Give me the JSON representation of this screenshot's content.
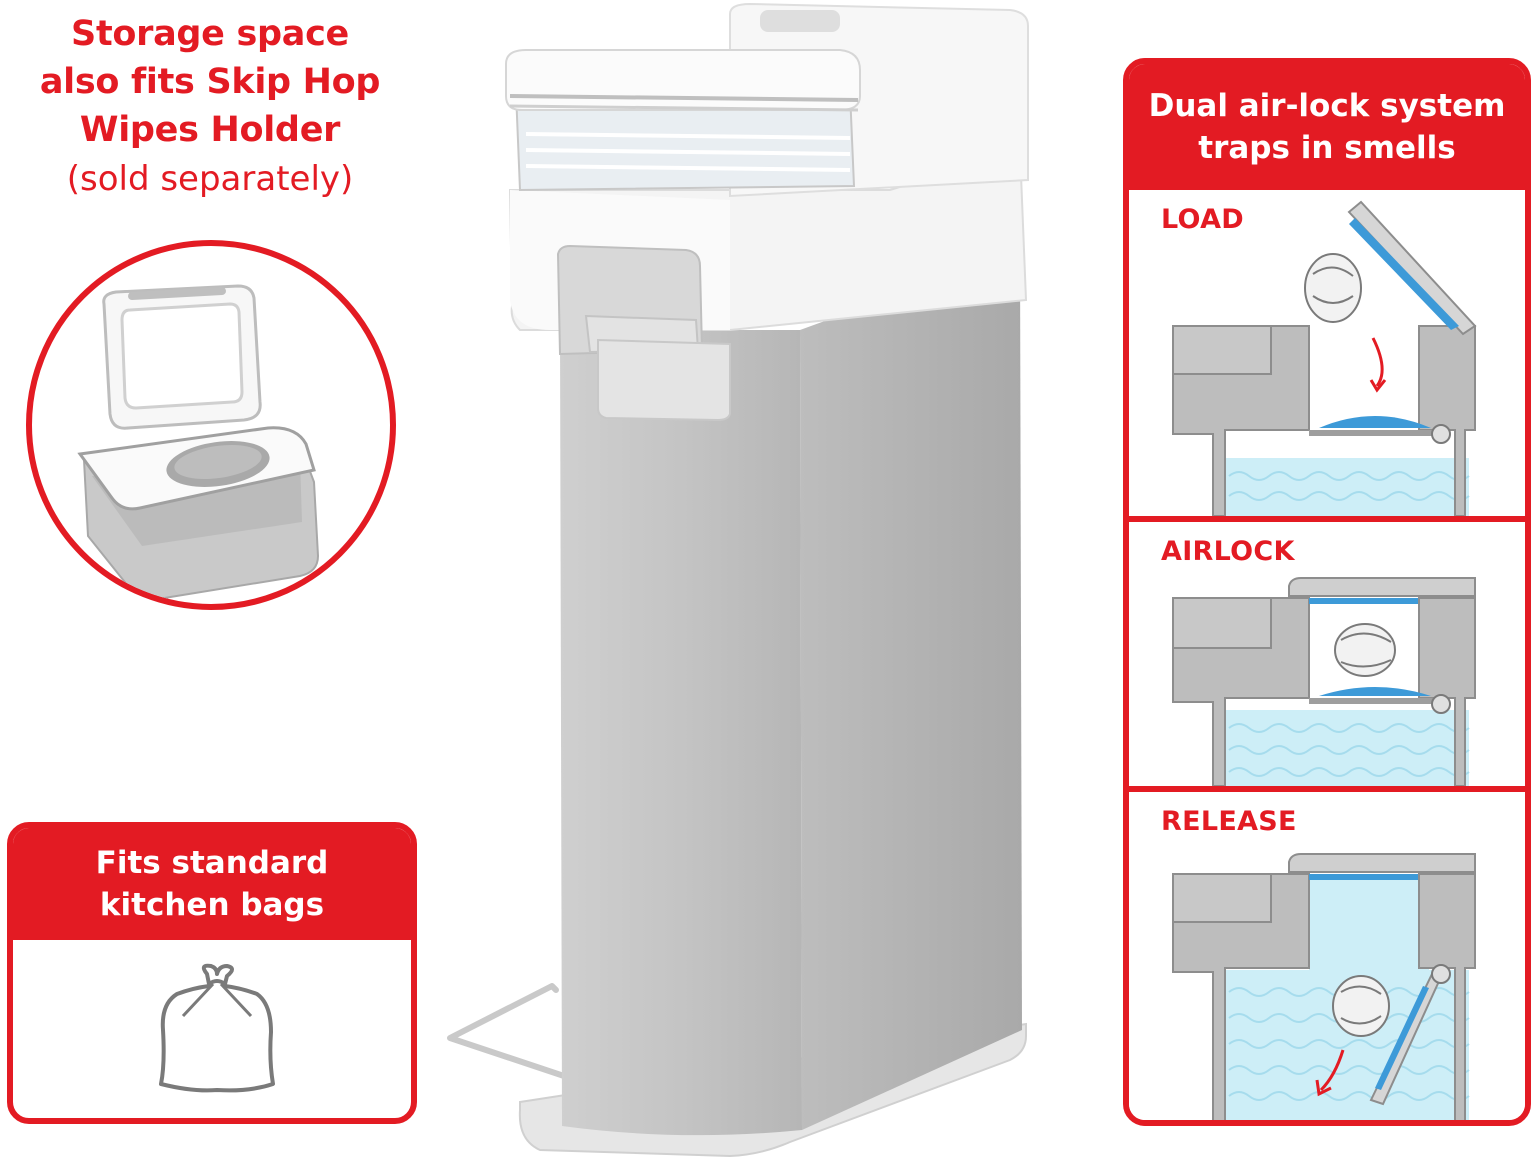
{
  "storage_caption": {
    "line1": "Storage space",
    "line2": "also fits Skip Hop",
    "line3": "Wipes Holder",
    "line4": "(sold separately)"
  },
  "bags_card": {
    "line1": "Fits standard",
    "line2": "kitchen bags",
    "icon": "trash-bag-icon"
  },
  "airlock_card": {
    "line1": "Dual air-lock system",
    "line2": "traps in smells",
    "steps": [
      {
        "label": "LOAD"
      },
      {
        "label": "AIRLOCK"
      },
      {
        "label": "RELEASE"
      }
    ]
  },
  "colors": {
    "brand_red": "#e31b23",
    "pail_gray": "#c8c8c8",
    "lid_white": "#f5f5f5",
    "seal_blue": "#3d9ad8",
    "bag_blue": "#cdeef7"
  }
}
